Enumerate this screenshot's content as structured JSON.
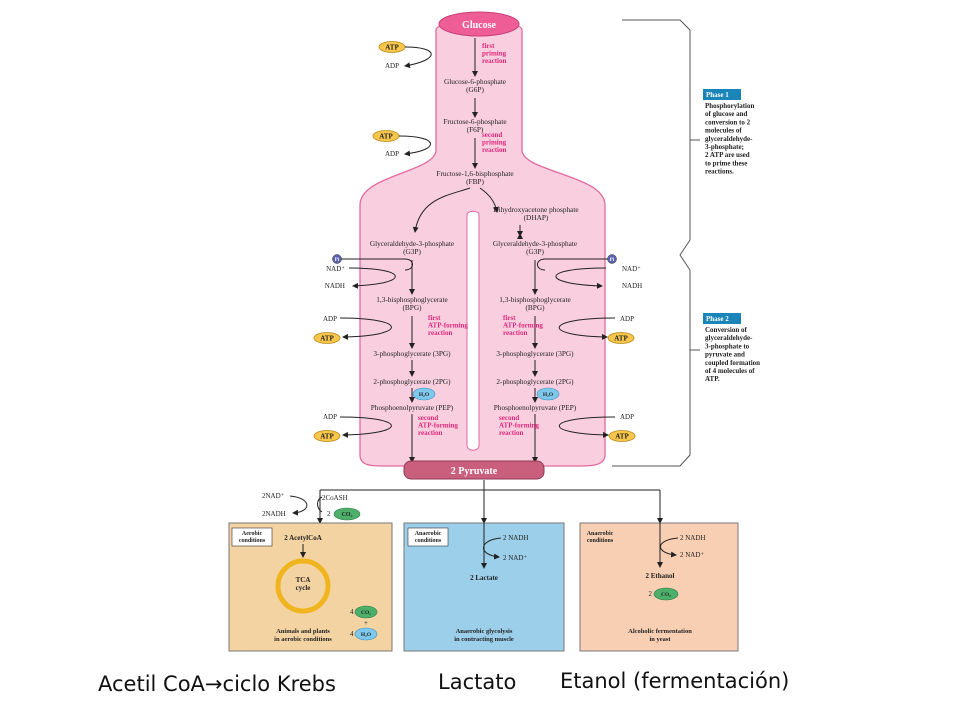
{
  "colors": {
    "pathway_fill": "#f9cfe0",
    "pathway_stroke": "#e26aa0",
    "glucose_fill": "#ef5d97",
    "pyruvate_fill": "#c95f7c",
    "atp_fill": "#f7c64a",
    "h2o_fill": "#7ec8ec",
    "co2_fill": "#4caf6a",
    "aerobic_fill": "#f4d3a2",
    "anaerobic_muscle_fill": "#9ccfea",
    "yeast_fill": "#f9cfb4",
    "enzyme_text": "#e0287a",
    "phase_tab": "#1a85b8"
  },
  "top": {
    "glucose": "Glucose"
  },
  "left": {
    "atp1": "ATP",
    "adp1": "ADP",
    "priming1": [
      "first",
      "priming",
      "reaction"
    ],
    "g6p": [
      "Glucose-6-phosphate",
      "(G6P)"
    ],
    "f6p": [
      "Fructose-6-phosphate",
      "(F6P)"
    ],
    "atp2": "ATP",
    "adp2": "ADP",
    "priming2": [
      "second",
      "priming",
      "reaction"
    ],
    "fbp": [
      "Fructose-1,6-bisphosphate",
      "(FBP)"
    ],
    "dhap": [
      "Dihydroxyacetone phosphate",
      "(DHAP)"
    ],
    "g3p": [
      "Glyceraldehyde-3-phosphate",
      "(G3P)"
    ],
    "pi": "Pi",
    "nad": "NAD⁺",
    "nadh": "NADH",
    "bpg": [
      "1,3-bisphosphoglycerate",
      "(BPG)"
    ],
    "atpform1": [
      "first",
      "ATP-forming",
      "reaction"
    ],
    "adp3": "ADP",
    "atp3": "ATP",
    "pg3": "3-phosphoglycerate (3PG)",
    "pg2": "2-phosphoglycerate (2PG)",
    "h2o": "H₂O",
    "pep": "Phosphoenolpyruvate (PEP)",
    "atpform2": [
      "second",
      "ATP-forming",
      "reaction"
    ],
    "adp4": "ADP",
    "atp4": "ATP"
  },
  "right": {
    "g3p": [
      "Glyceraldehyde-3-phosphate",
      "(G3P)"
    ],
    "pi": "Pi",
    "nad": "NAD⁺",
    "nadh": "NADH",
    "bpg": [
      "1,3-bisphosphoglycerate",
      "(BPG)"
    ],
    "atpform1": [
      "first",
      "ATP-forming",
      "reaction"
    ],
    "adp3": "ADP",
    "atp3": "ATP",
    "pg3": "3-phosphoglycerate (3PG)",
    "pg2": "2-phosphoglycerate (2PG)",
    "h2o": "H₂O",
    "pep": "Phosphoenolpyruvate (PEP)",
    "atpform2": [
      "second",
      "ATP-forming",
      "reaction"
    ],
    "adp4": "ADP",
    "atp4": "ATP"
  },
  "pyruvate": "2 Pyruvate",
  "phase1": {
    "tab": "Phase 1",
    "text": [
      "Phosphorylation",
      "of glucose and",
      "conversion to 2",
      "molecules of",
      "glyceraldehyde-",
      "3-phosphate;",
      "2 ATP are used",
      "to prime these",
      "reactions."
    ]
  },
  "phase2": {
    "tab": "Phase 2",
    "text": [
      "Conversion of",
      "glyceraldehyde-",
      "3-phosphate to",
      "pyruvate and",
      "coupled formation",
      "of 4 molecules of",
      "ATP."
    ]
  },
  "aerobic": {
    "inputs": {
      "nad": "2NAD⁺",
      "nadh": "2NADH",
      "coash": "2CoASH",
      "two": "2",
      "co2": "CO₂"
    },
    "tag": [
      "Aerobic",
      "conditions"
    ],
    "acetylcoa": "2 AcetylCoA",
    "tca": [
      "TCA",
      "cycle"
    ],
    "four_a": "4",
    "co2": "CO₂",
    "plus": "+",
    "four_b": "4",
    "h2o": "H₂O",
    "footer": [
      "Animals and plants",
      "in aerobic conditions"
    ]
  },
  "muscle": {
    "tag": [
      "Anaerobic",
      "conditions"
    ],
    "nadh": "2 NADH",
    "nad": "2 NAD⁺",
    "product": "2 Lactate",
    "footer": [
      "Anaerobic glycolysis",
      "in contracting muscle"
    ]
  },
  "yeast": {
    "tag": [
      "Anaerobic",
      "conditions"
    ],
    "nadh": "2 NADH",
    "nad": "2 NAD⁺",
    "product": "2 Ethanol",
    "two": "2",
    "co2": "CO₂",
    "footer": [
      "Alcoholic fermentation",
      "in yeast"
    ]
  },
  "captions": {
    "acetil": "Acetil CoA",
    "arrow": "→",
    "krebs": "ciclo Krebs",
    "lactato": "Lactato",
    "etanol": "Etanol (fermentación)"
  }
}
